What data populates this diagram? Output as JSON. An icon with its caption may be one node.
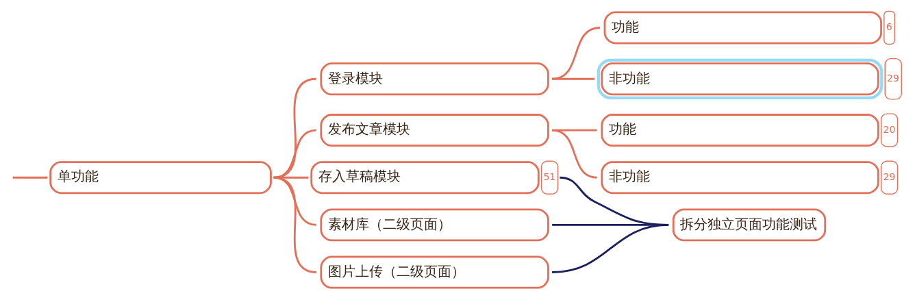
{
  "diagram": {
    "nodes": [
      {
        "text": [
          "单功能"
        ]
      },
      {
        "text": [
          "登录模块"
        ]
      },
      {
        "text": [
          "发布文章模块"
        ]
      },
      {
        "text": [
          "存入草稿模块"
        ],
        "beside": [
          "51"
        ]
      },
      {
        "text": [
          "素材库（二级页面）"
        ]
      },
      {
        "text": [
          "图片上传（二级页面）"
        ]
      },
      {
        "text": [
          "功能"
        ],
        "beside": [
          "6"
        ]
      },
      {
        "text": [
          "非功能"
        ],
        "beside": [
          "29"
        ]
      },
      {
        "text": [
          "功能"
        ],
        "beside": [
          "20"
        ]
      },
      {
        "text": [
          "非功能"
        ],
        "beside": [
          "29"
        ]
      },
      {
        "text": [
          "拆分独立页面功能测试"
        ]
      }
    ],
    "edges": [
      {
        "from": null,
        "to": 0,
        "arrow": "none"
      },
      {
        "from": 0,
        "to": 1,
        "arrow": "none"
      },
      {
        "from": 0,
        "to": 2,
        "arrow": "none"
      },
      {
        "from": 0,
        "to": 3,
        "arrow": "none"
      },
      {
        "from": 0,
        "to": 4,
        "arrow": "none"
      },
      {
        "from": 0,
        "to": 5,
        "arrow": "none"
      },
      {
        "from": 1,
        "to": 6,
        "arrow": "none"
      },
      {
        "from": 1,
        "to": 7,
        "arrow": "none"
      },
      {
        "from": 2,
        "to": 8,
        "arrow": "none"
      },
      {
        "from": 2,
        "to": 9,
        "arrow": "none"
      },
      {
        "from": 3,
        "to": 10,
        "arrow": "none",
        "color": "#1b1f5e"
      },
      {
        "from": 4,
        "to": 10,
        "arrow": "none",
        "color": "#1b1f5e"
      },
      {
        "from": 5,
        "to": 10,
        "arrow": "none",
        "color": "#1b1f5e"
      }
    ]
  }
}
